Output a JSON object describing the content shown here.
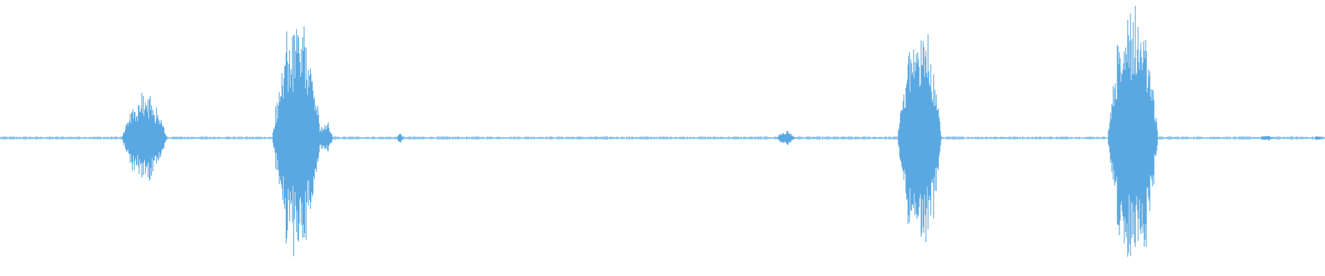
{
  "waveform": {
    "color": "#5aa8e2",
    "background": "#ffffff",
    "bursts": [
      {
        "position": 0.109,
        "width": 0.034,
        "amplitude": 0.3,
        "density": 1.0
      },
      {
        "position": 0.224,
        "width": 0.037,
        "amplitude": 0.8,
        "density": 0.75
      },
      {
        "position": 0.246,
        "width": 0.01,
        "amplitude": 0.13,
        "density": 0.6
      },
      {
        "position": 0.302,
        "width": 0.004,
        "amplitude": 0.04,
        "density": 0.5
      },
      {
        "position": 0.593,
        "width": 0.014,
        "amplitude": 0.05,
        "density": 0.6
      },
      {
        "position": 0.694,
        "width": 0.033,
        "amplitude": 0.85,
        "density": 0.75
      },
      {
        "position": 0.855,
        "width": 0.038,
        "amplitude": 0.95,
        "density": 1.0
      },
      {
        "position": 0.956,
        "width": 0.01,
        "amplitude": 0.02,
        "density": 0.4
      },
      {
        "position": 0.995,
        "width": 0.006,
        "amplitude": 0.02,
        "density": 0.4
      }
    ],
    "noise_amplitude": 0.01
  }
}
